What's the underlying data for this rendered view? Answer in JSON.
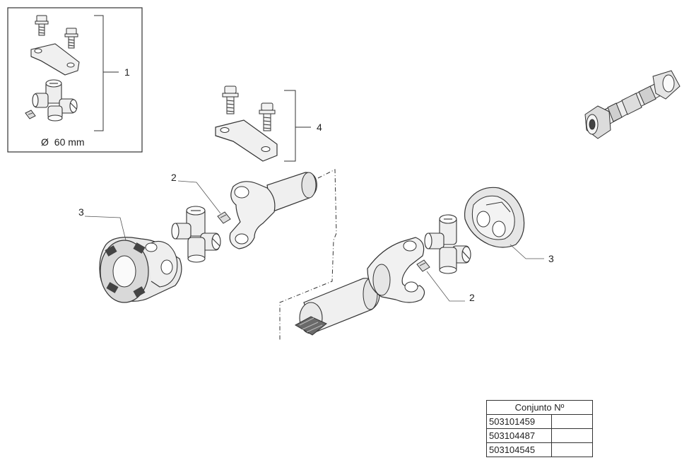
{
  "kit_box": {
    "callout": "1",
    "diameter_symbol": "Ø",
    "diameter_value": "60 mm"
  },
  "callouts": {
    "bolt_plate_group": "4",
    "needle_cap_left": "2",
    "flange_left": "3",
    "flange_right": "3",
    "needle_cap_right": "2"
  },
  "kit_table": {
    "header": "Conjunto Nº",
    "rows": [
      {
        "code": "503101459",
        "mark": ""
      },
      {
        "code": "503104487",
        "mark": ""
      },
      {
        "code": "503104545",
        "mark": ""
      }
    ]
  }
}
